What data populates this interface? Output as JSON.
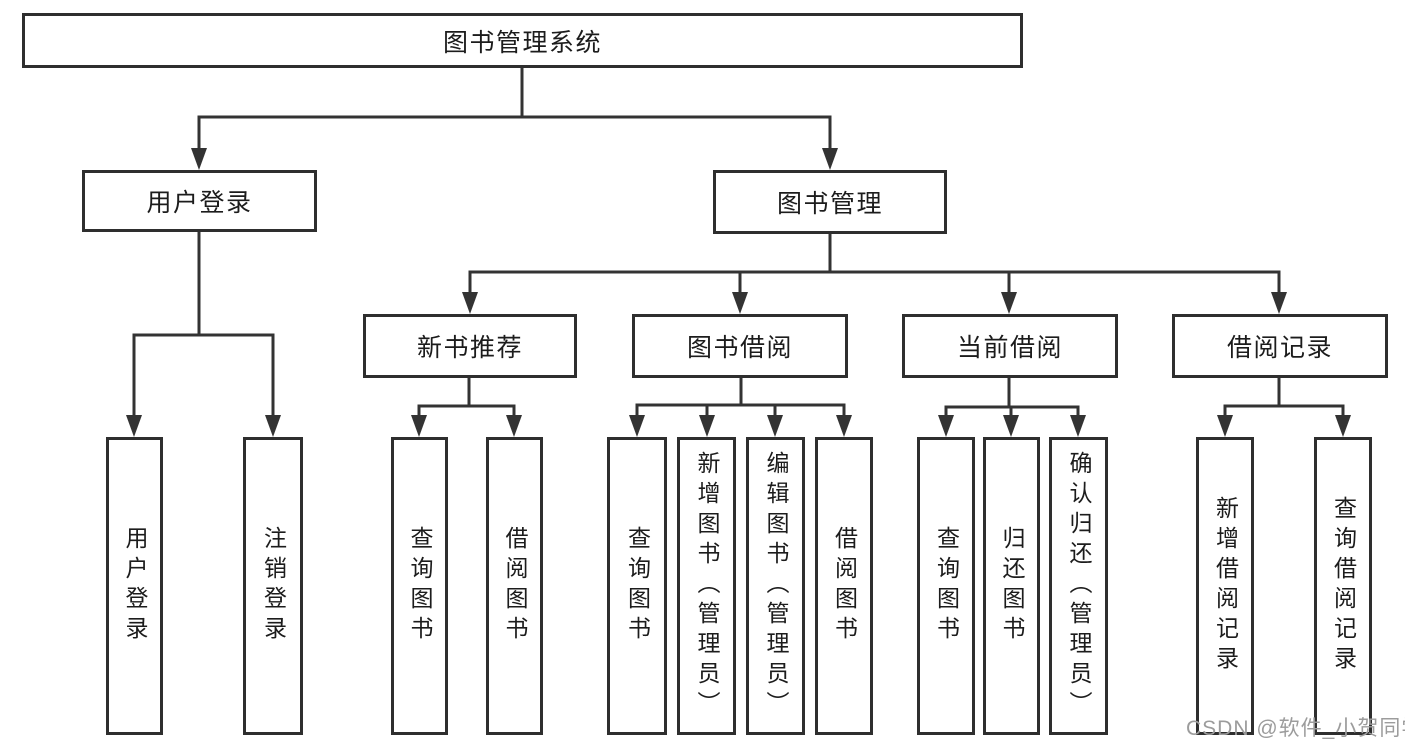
{
  "diagram": {
    "root": {
      "label": "图书管理系统"
    },
    "branches": [
      {
        "label": "用户登录",
        "children": [
          "用户登录",
          "注销登录"
        ]
      },
      {
        "label": "图书管理",
        "children": [
          {
            "label": "新书推荐",
            "children": [
              "查询图书",
              "借阅图书"
            ]
          },
          {
            "label": "图书借阅",
            "children": [
              "查询图书",
              "新增图书（管理员）",
              "编辑图书（管理员）",
              "借阅图书"
            ]
          },
          {
            "label": "当前借阅",
            "children": [
              "查询图书",
              "归还图书",
              "确认归还（管理员）"
            ]
          },
          {
            "label": "借阅记录",
            "children": [
              "新增借阅记录",
              "查询借阅记录"
            ]
          }
        ]
      }
    ]
  },
  "watermark": {
    "text": "CSDN @软件_小贺同学"
  },
  "colors": {
    "line": "#333333",
    "box_border": "#2e2e2e",
    "text": "#1c1c1c",
    "watermark": "#9c9c9c",
    "background": "#ffffff"
  }
}
